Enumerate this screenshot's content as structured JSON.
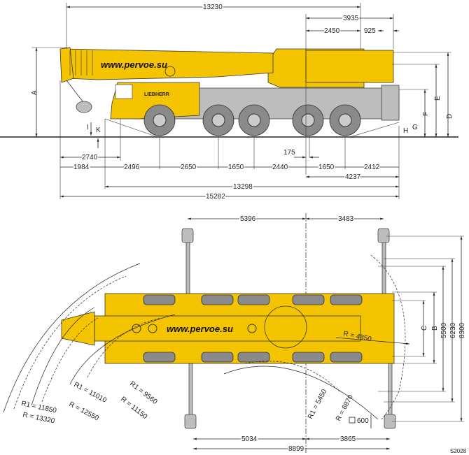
{
  "watermark": "www.pervoe.su",
  "brand": "LIEBHERR",
  "drawing_code": "S2028",
  "colors": {
    "crane_yellow": "#f5c400",
    "carrier_gray": "#bdbdbd"
  },
  "side_view": {
    "top_dims": {
      "overall_boom": "13230",
      "rear_overhang": "3935",
      "axle_to_boom_pivot": "2450",
      "counterweight": "925"
    },
    "height_labels": {
      "A": "A",
      "D": "D",
      "E": "E",
      "F": "F",
      "G": "G",
      "H": "H",
      "I": "I",
      "K": "K"
    },
    "bottom_dims": {
      "offset": "175",
      "front_to_axle": "2740",
      "front_overhang": "1984",
      "d1": "2496",
      "d2": "2650",
      "d3": "1650",
      "d4": "2440",
      "d5": "1650",
      "d6": "2412",
      "rear": "4237",
      "chassis": "13298",
      "overall": "15282"
    }
  },
  "top_view": {
    "outrigger_top": {
      "left": "5396",
      "right": "3483"
    },
    "outrigger_bottom": {
      "left": "5034",
      "right": "3865",
      "total": "8899"
    },
    "widths": {
      "C": "C",
      "B": "B",
      "w1": "5500",
      "w2": "6230",
      "w3": "8300"
    },
    "pad": "600",
    "radii": [
      "R1 = 11850",
      "R = 13320",
      "R = 12550",
      "R1 = 11010",
      "R = 11150",
      "R1 = 9560",
      "R = 4850",
      "R1 = 5450",
      "R = 6870"
    ]
  }
}
